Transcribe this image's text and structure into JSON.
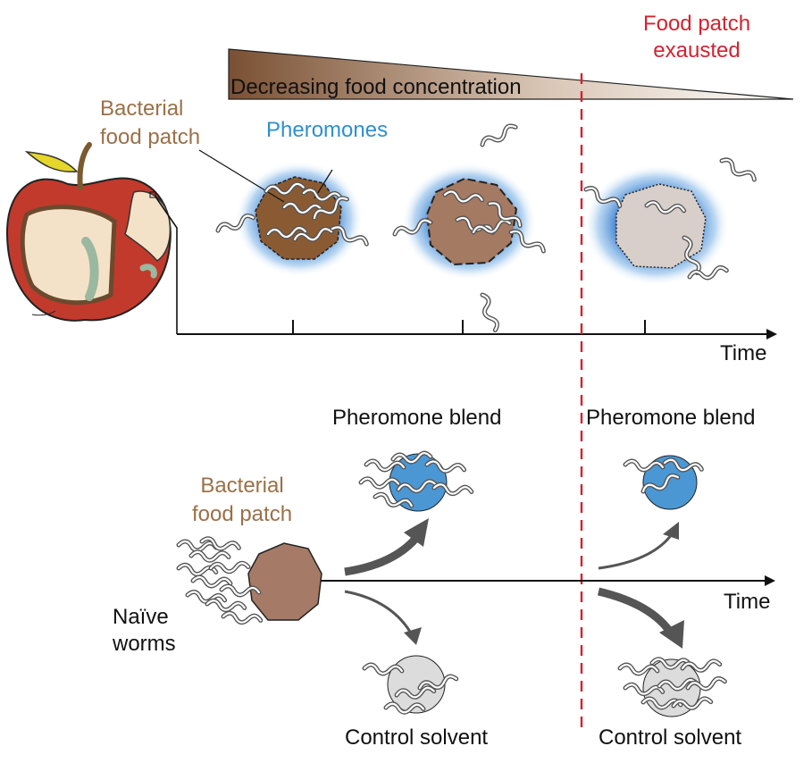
{
  "top": {
    "gradient_label": "Decreasing food concentration",
    "exhausted_label_line1": "Food patch",
    "exhausted_label_line2": "exausted",
    "bacterial_label_line1": "Bacterial",
    "bacterial_label_line2": "food patch",
    "pheromones_label": "Pheromones",
    "time_label": "Time"
  },
  "bottom": {
    "blend_label_left": "Pheromone blend",
    "blend_label_right": "Pheromone blend",
    "bacterial_label_line1": "Bacterial",
    "bacterial_label_line2": "food patch",
    "naive_line1": "Naïve",
    "naive_line2": "worms",
    "time_label": "Time",
    "control_label_left": "Control solvent",
    "control_label_right": "Control solvent"
  },
  "colors": {
    "gradient_start": "#7a5033",
    "bacterial_text": "#9b7048",
    "pheromone_text": "#2f8fcf",
    "pheromone_fill": "#4b97d3",
    "exhausted_text": "#d2232f",
    "patch_full": "#8a5b33",
    "patch_mid": "#a47a62",
    "patch_empty": "#d9cfca",
    "patch_bottom": "#a57b67",
    "control_fill": "#dcdcdc",
    "apple_red": "#c23a2c"
  },
  "icons": [
    "apple-icon",
    "worm-icon",
    "bacterial-patch-icon",
    "pheromone-halo-icon",
    "arrow-icon"
  ]
}
